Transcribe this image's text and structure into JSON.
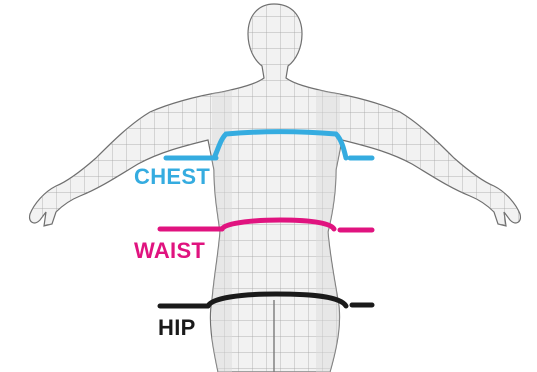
{
  "figure": {
    "subject": "mannequin-wireframe",
    "colors": {
      "background": "#ffffff",
      "body_fill": "#f2f2f2",
      "body_stroke": "#9a9a9a",
      "chest": "#35ace0",
      "waist": "#e0137f",
      "hip": "#1a1a1a"
    }
  },
  "measurements": [
    {
      "key": "chest",
      "label": "CHEST",
      "color": "#35ace0"
    },
    {
      "key": "waist",
      "label": "WAIST",
      "color": "#e0137f"
    },
    {
      "key": "hip",
      "label": "HIP",
      "color": "#1a1a1a"
    }
  ]
}
